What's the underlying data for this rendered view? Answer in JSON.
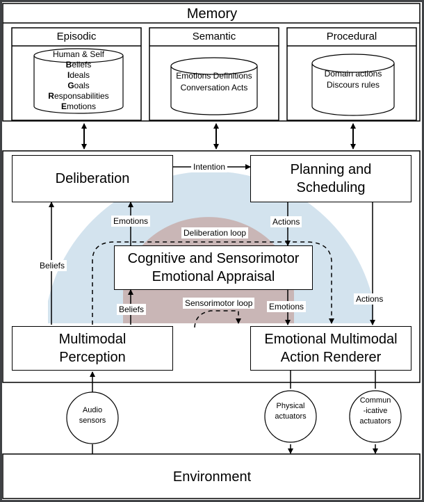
{
  "memory": {
    "title": "Memory",
    "episodic": {
      "title": "Episodic",
      "header": "Human & Self",
      "items": [
        {
          "initial": "B",
          "rest": "eliefs"
        },
        {
          "initial": "I",
          "rest": "deals"
        },
        {
          "initial": "G",
          "rest": "oals"
        },
        {
          "initial": "R",
          "rest": "esponsabilities"
        },
        {
          "initial": "E",
          "rest": "motions"
        }
      ]
    },
    "semantic": {
      "title": "Semantic",
      "lines": [
        "Emotions Definitions",
        "Conversation Acts"
      ]
    },
    "procedural": {
      "title": "Procedural",
      "lines": [
        "Domain actions",
        "Discours rules"
      ]
    }
  },
  "modules": {
    "deliberation": "Deliberation",
    "planning": [
      "Planning and",
      "Scheduling"
    ],
    "appraisal": [
      "Cognitive and Sensorimotor",
      "Emotional Appraisal"
    ],
    "perception": [
      "Multimodal",
      "Perception"
    ],
    "renderer": [
      "Emotional Multimodal",
      "Action Renderer"
    ]
  },
  "edges": {
    "intention": "Intention",
    "emotions_up": "Emotions",
    "actions_down": "Actions",
    "deliberation_loop": "Deliberation loop",
    "beliefs_left": "Beliefs",
    "beliefs_inner": "Beliefs",
    "sensorimotor_loop": "Sensorimotor loop",
    "emotions_down": "Emotions",
    "actions_right": "Actions"
  },
  "devices": {
    "audio": [
      "Audio",
      "sensors"
    ],
    "physical": [
      "Physical",
      "actuators"
    ],
    "communicative": [
      "Commun",
      "-icative",
      "actuators"
    ]
  },
  "environment": "Environment",
  "colors": {
    "outer_arc": "#d3e3ee",
    "inner_arc": "#c9b6b6"
  }
}
